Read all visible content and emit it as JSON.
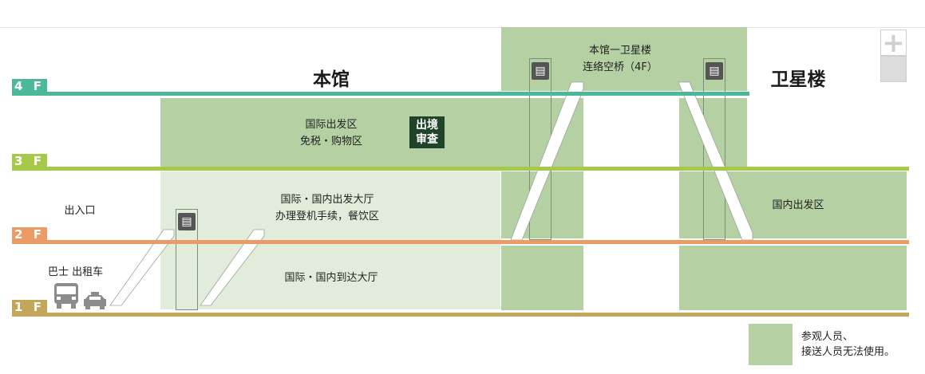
{
  "buildings": {
    "main": "本馆",
    "satellite": "卫星楼"
  },
  "floors": [
    {
      "label": "4 F",
      "color": "#4bb89a"
    },
    {
      "label": "3 F",
      "color": "#a6c94a"
    },
    {
      "label": "2 F",
      "color": "#ec9a66"
    },
    {
      "label": "1 F",
      "color": "#c4a658"
    }
  ],
  "areas": {
    "intl_departure": "国际出发区",
    "duty_free": "免税・购物区",
    "immigration": "出境审查",
    "bridge_line1": "本馆一卫星楼",
    "bridge_line2": "连络空桥（4F）",
    "departure_hall_line1": "国际・国内出发大厅",
    "departure_hall_line2": "办理登机手续，餐饮区",
    "arrival_hall": "国际・国内到达大厅",
    "domestic_departure": "国内出发区",
    "entrance": "出入口",
    "transport": "巴士 出租车"
  },
  "legend": {
    "line1": "参观人员、",
    "line2": "接送人员无法使用。",
    "color": "#b5d1a3"
  },
  "icons": {
    "elevator": "elevator-icon",
    "bus": "bus-icon",
    "taxi": "taxi-icon",
    "zoom_in": "zoom-in-icon",
    "zoom_out": "zoom-out-icon"
  }
}
